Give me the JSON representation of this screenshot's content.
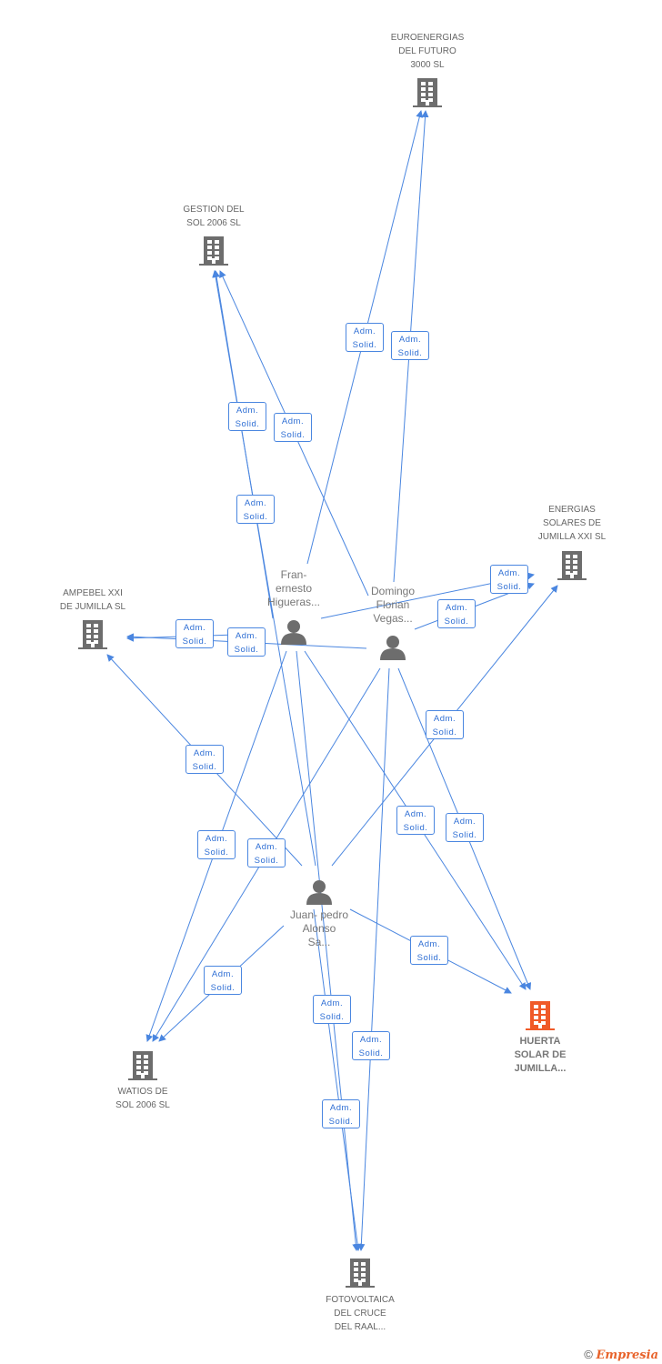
{
  "colors": {
    "edge": "#4a86e0",
    "company": "#6d6d6d",
    "highlight": "#f05a28",
    "person": "#6d6d6d"
  },
  "nodes": [
    {
      "id": "euro",
      "type": "company",
      "label": "EUROENERGIAS\nDEL FUTURO\n3000 SL"
    },
    {
      "id": "gestion",
      "type": "company",
      "label": "GESTION DEL\nSOL 2006 SL"
    },
    {
      "id": "energias",
      "type": "company",
      "label": "ENERGIAS\nSOLARES DE\nJUMILLA XXI SL"
    },
    {
      "id": "ampebel",
      "type": "company",
      "label": "AMPEBEL XXI\nDE JUMILLA SL"
    },
    {
      "id": "huerta",
      "type": "company",
      "highlight": true,
      "label": "HUERTA\nSOLAR DE\nJUMILLA..."
    },
    {
      "id": "watios",
      "type": "company",
      "label": "WATIOS DE\nSOL 2006 SL"
    },
    {
      "id": "fotov",
      "type": "company",
      "label": "FOTOVOLTAICA\nDEL CRUCE\nDEL RAAL..."
    },
    {
      "id": "p1",
      "type": "person",
      "label": "Fran-\nernesto\nHigueras..."
    },
    {
      "id": "p2",
      "type": "person",
      "label": "Domingo\nFlorian\nVegas..."
    },
    {
      "id": "p3",
      "type": "person",
      "label": "Juan- pedro\nAlonso\nSa..."
    }
  ],
  "edge_label": "Adm.\nSolid.",
  "edges": [
    {
      "from": "p1",
      "to": "euro"
    },
    {
      "from": "p2",
      "to": "euro"
    },
    {
      "from": "p2",
      "to": "gestion"
    },
    {
      "from": "p1",
      "to": "gestion"
    },
    {
      "from": "p3",
      "to": "gestion"
    },
    {
      "from": "p1",
      "to": "ampebel"
    },
    {
      "from": "p2",
      "to": "ampebel"
    },
    {
      "from": "p3",
      "to": "ampebel"
    },
    {
      "from": "p1",
      "to": "energias"
    },
    {
      "from": "p2",
      "to": "energias"
    },
    {
      "from": "p3",
      "to": "energias"
    },
    {
      "from": "p1",
      "to": "watios"
    },
    {
      "from": "p2",
      "to": "watios"
    },
    {
      "from": "p3",
      "to": "watios"
    },
    {
      "from": "p1",
      "to": "huerta"
    },
    {
      "from": "p2",
      "to": "huerta"
    },
    {
      "from": "p3",
      "to": "huerta"
    },
    {
      "from": "p1",
      "to": "fotov"
    },
    {
      "from": "p2",
      "to": "fotov"
    },
    {
      "from": "p3",
      "to": "fotov"
    }
  ],
  "footer": {
    "copyright": "©",
    "brand": "Empresia"
  }
}
